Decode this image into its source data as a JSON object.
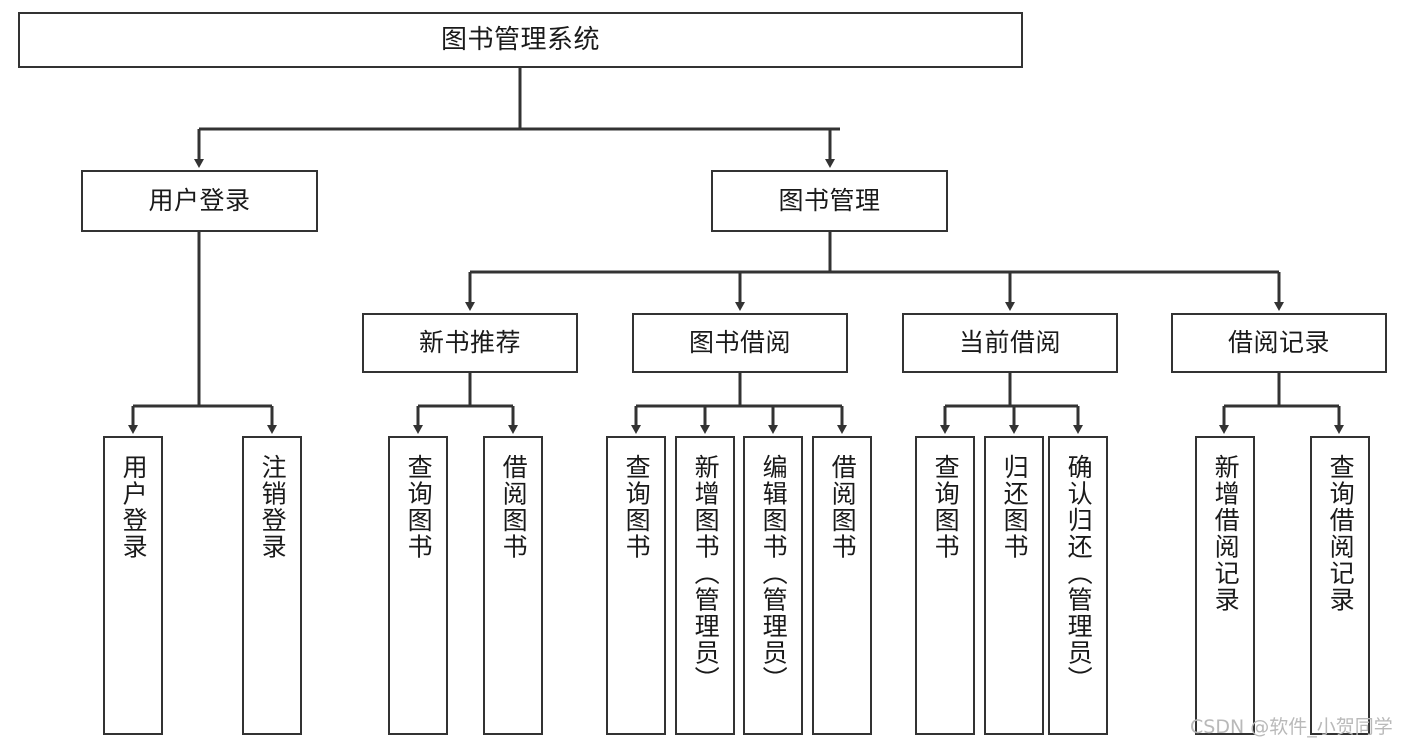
{
  "diagram": {
    "title": "图书管理系统",
    "type": "hierarchy-tree",
    "watermark": "CSDN @软件_小贺同学",
    "colors": {
      "box_border": "#333333",
      "box_fill": "#ffffff",
      "edge": "#333333",
      "text": "#1a1a1a",
      "watermark": "#b9b9b9",
      "background": "#ffffff"
    },
    "levels": {
      "level1": [
        "图书管理系统"
      ],
      "level2": [
        "用户登录",
        "图书管理"
      ],
      "level3": [
        "新书推荐",
        "图书借阅",
        "当前借阅",
        "借阅记录"
      ],
      "level4": [
        "用户登录",
        "注销登录",
        "查询图书",
        "借阅图书",
        "查询图书",
        "新增图书（管理员）",
        "编辑图书（管理员）",
        "借阅图书",
        "查询图书",
        "归还图书",
        "确认归还（管理员）",
        "新增借阅记录",
        "查询借阅记录"
      ]
    },
    "nodes": {
      "root": {
        "label": "图书管理系统"
      },
      "user_login": {
        "label": "用户登录"
      },
      "book_manage": {
        "label": "图书管理"
      },
      "new_book_rec": {
        "label": "新书推荐"
      },
      "book_borrow": {
        "label": "图书借阅"
      },
      "current_borrow": {
        "label": "当前借阅"
      },
      "borrow_record": {
        "label": "借阅记录"
      },
      "leaf_user_login": {
        "label": "用户登录"
      },
      "leaf_logout": {
        "label": "注销登录"
      },
      "leaf_query_book_1": {
        "label": "查询图书"
      },
      "leaf_borrow_book_1": {
        "label": "借阅图书"
      },
      "leaf_query_book_2": {
        "label": "查询图书"
      },
      "leaf_add_book": {
        "label": "新增图书（管理员）"
      },
      "leaf_edit_book": {
        "label": "编辑图书（管理员）"
      },
      "leaf_borrow_book_2": {
        "label": "借阅图书"
      },
      "leaf_query_book_3": {
        "label": "查询图书"
      },
      "leaf_return_book": {
        "label": "归还图书"
      },
      "leaf_confirm_return": {
        "label": "确认归还（管理员）"
      },
      "leaf_add_record": {
        "label": "新增借阅记录"
      },
      "leaf_query_record": {
        "label": "查询借阅记录"
      }
    },
    "edges": [
      {
        "from": "root",
        "to": "user_login"
      },
      {
        "from": "root",
        "to": "book_manage"
      },
      {
        "from": "user_login",
        "to": "leaf_user_login"
      },
      {
        "from": "user_login",
        "to": "leaf_logout"
      },
      {
        "from": "book_manage",
        "to": "new_book_rec"
      },
      {
        "from": "book_manage",
        "to": "book_borrow"
      },
      {
        "from": "book_manage",
        "to": "current_borrow"
      },
      {
        "from": "book_manage",
        "to": "borrow_record"
      },
      {
        "from": "new_book_rec",
        "to": "leaf_query_book_1"
      },
      {
        "from": "new_book_rec",
        "to": "leaf_borrow_book_1"
      },
      {
        "from": "book_borrow",
        "to": "leaf_query_book_2"
      },
      {
        "from": "book_borrow",
        "to": "leaf_add_book"
      },
      {
        "from": "book_borrow",
        "to": "leaf_edit_book"
      },
      {
        "from": "book_borrow",
        "to": "leaf_borrow_book_2"
      },
      {
        "from": "current_borrow",
        "to": "leaf_query_book_3"
      },
      {
        "from": "current_borrow",
        "to": "leaf_return_book"
      },
      {
        "from": "current_borrow",
        "to": "leaf_confirm_return"
      },
      {
        "from": "borrow_record",
        "to": "leaf_add_record"
      },
      {
        "from": "borrow_record",
        "to": "leaf_query_record"
      }
    ]
  }
}
